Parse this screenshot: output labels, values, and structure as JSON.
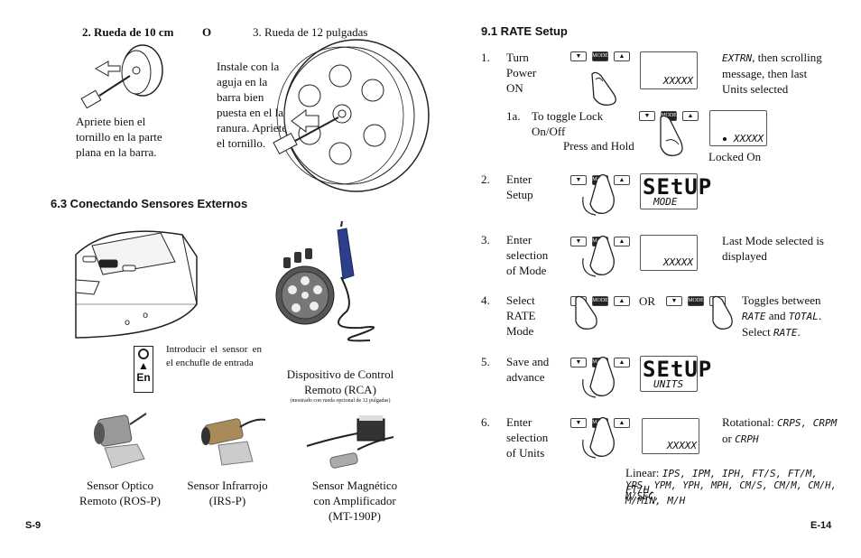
{
  "left": {
    "wheel_10cm": "2.  Rueda de 10 cm",
    "or_label": "O",
    "wheel_12in": "3.  Rueda de 12 pulgadas",
    "tighten_text": "Apriete bien el tornillo en la parte plana en la barra.",
    "install_text": "Instale con la aguja en la barra bien puesta en el la ranura. Apriete el tornillo.",
    "section_title": "6.3  Conectando Sensores Externos",
    "plug_text": "Introducir el sensor en el enchufle de entrada",
    "plug_en": "En",
    "rca_caption_1": "Dispositivo de Control",
    "rca_caption_2": "Remoto (RCA)",
    "rca_caption_small": "(mostrado con rueda opcional de 12 pulgadas)",
    "rosp_1": "Sensor Optico",
    "rosp_2": "Remoto (ROS-P)",
    "irsp_1": "Sensor Infrarrojo",
    "irsp_2": "(IRS-P)",
    "mt_1": "Sensor Magnético",
    "mt_2": "con Amplificador",
    "mt_3": "(MT-190P)",
    "page_num": "S-9"
  },
  "right": {
    "section_title": "9.1  RATE Setup",
    "step1_num": "1.",
    "step1_text": "Turn Power ON",
    "step1_lcd": "XXXXX",
    "step1_note_lcd": "EXTRN",
    "step1_note": ", then scrolling message, then last Units selected",
    "step1a_num": "1a.",
    "step1a_text": "To toggle Lock On/Off",
    "step1a_press": "Press and Hold",
    "step1a_lcd": "XXXXX",
    "step1a_locked": "Locked On",
    "step2_num": "2.",
    "step2_text": "Enter Setup",
    "step2_lcd_main": "SEtUP",
    "step2_lcd_sub": "MODE",
    "step3_num": "3.",
    "step3_text": "Enter selection of Mode",
    "step3_lcd": "XXXXX",
    "step3_note": "Last Mode selected is displayed",
    "step4_num": "4.",
    "step4_text": "Select RATE Mode",
    "step4_or": "OR",
    "step4_note_1": "Toggles between",
    "step4_note_rate": "RATE",
    "step4_note_and": "and",
    "step4_note_total": "TOTAL",
    "step4_note_select": "Select",
    "step4_note_rate2": "RATE",
    "step5_num": "5.",
    "step5_text": "Save and advance",
    "step5_lcd_main": "SEtUP",
    "step5_lcd_sub": "UNITS",
    "step6_num": "6.",
    "step6_text": "Enter selection of Units",
    "step6_lcd": "XXXXX",
    "step6_rot_label": "Rotational:",
    "step6_rot_units": "CRPS, CRPM",
    "step6_or": "or",
    "step6_rot_last": "CRPH",
    "step6_lin_label": "Linear:",
    "step6_lin_units_1": "IPS, IPM, IPH, FT/S, FT/M, FT/H,",
    "step6_lin_units_2": "YPS, YPM, YPH, MPH, CM/S, CM/M, CM/H, M/SEC,",
    "step6_lin_units_3": "M/MIN, M/H",
    "page_num": "E-14"
  },
  "icons": {
    "down": "▼",
    "up": "▲",
    "mode": "MODE"
  }
}
